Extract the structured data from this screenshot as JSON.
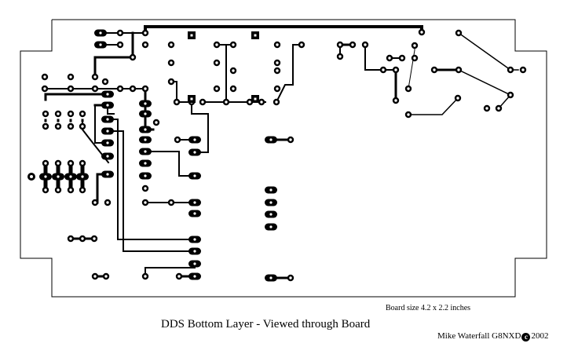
{
  "title": "DDS Bottom Layer - Viewed through Board",
  "board_size_label": "Board size 4.2 x 2.2 inches",
  "author": {
    "name": "Mike Waterfall G8NXD",
    "copyright_icon": "copyright-icon",
    "copyright_symbol": "c",
    "year": "2002"
  },
  "colors": {
    "copper": "#000000",
    "background": "#ffffff",
    "outline": "#000000"
  },
  "pcb": {
    "layer": "bottom",
    "units": "inches",
    "width_in": 4.2,
    "height_in": 2.2
  }
}
